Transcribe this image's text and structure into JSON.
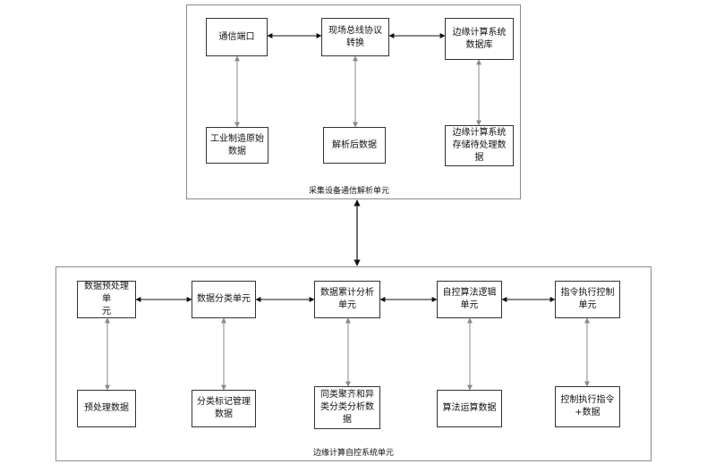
{
  "groups": {
    "top": {
      "label": "采集设备通信解析单元"
    },
    "bottom": {
      "label": "边缘计算自控系统单元"
    }
  },
  "nodes": {
    "comm_port": "通信端口",
    "fieldbus": "现场总线协议\n转换",
    "edge_db": "边缘计算系统\n数据库",
    "raw_data": "工业制造原始\n数据",
    "parsed_data": "解析后数据",
    "edge_pending": "边缘计算系统\n存储待处理数\n据",
    "preprocess_unit": "数据预处理单\n元",
    "classify_unit": "数据分类单元",
    "accumulate_unit": "数据累计分析\n单元",
    "algo_unit": "自控算法逻辑\n单元",
    "exec_unit": "指令执行控制\n单元",
    "preprocess_data": "预处理数据",
    "classify_data": "分类标记管理\n数据",
    "similar_data": "同类聚齐和异\n类分类分析数\n据",
    "algo_data": "算法运算数据",
    "exec_data": "控制执行指令\n+数据"
  },
  "colors": {
    "line_main": "#111111",
    "line_vertical": "#8a8a8a"
  }
}
